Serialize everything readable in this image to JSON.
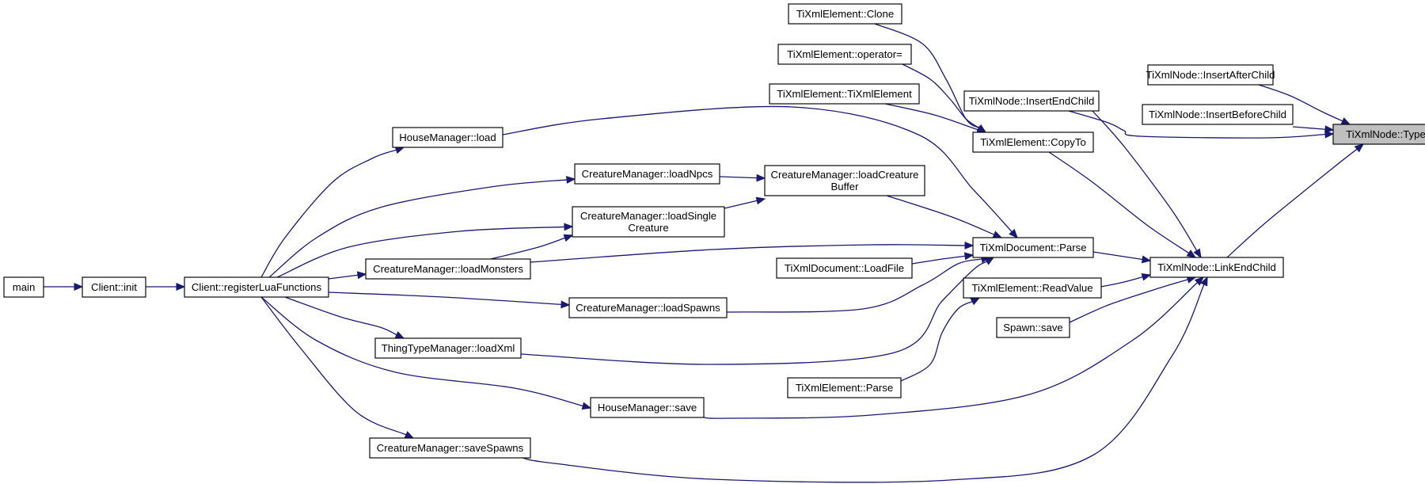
{
  "diagram": {
    "type": "call-graph",
    "direction": "left-to-right",
    "colors": {
      "edge": "#191970",
      "node_border": "#000000",
      "node_fill": "#ffffff",
      "highlight_fill": "#bfbfbf"
    },
    "nodes": [
      {
        "id": "type",
        "lines": [
          "TiXmlNode::Type"
        ],
        "highlight": true
      },
      {
        "id": "insertafter",
        "lines": [
          "TiXmlNode::InsertAfterChild"
        ]
      },
      {
        "id": "insertbefore",
        "lines": [
          "TiXmlNode::InsertBeforeChild"
        ]
      },
      {
        "id": "insertend",
        "lines": [
          "TiXmlNode::InsertEndChild"
        ]
      },
      {
        "id": "copyto",
        "lines": [
          "TiXmlElement::CopyTo"
        ]
      },
      {
        "id": "linkend",
        "lines": [
          "TiXmlNode::LinkEndChild"
        ]
      },
      {
        "id": "clone",
        "lines": [
          "TiXmlElement::Clone"
        ]
      },
      {
        "id": "operator",
        "lines": [
          "TiXmlElement::operator="
        ]
      },
      {
        "id": "ctor",
        "lines": [
          "TiXmlElement::TiXmlElement"
        ]
      },
      {
        "id": "docparse",
        "lines": [
          "TiXmlDocument::Parse"
        ]
      },
      {
        "id": "loadfile",
        "lines": [
          "TiXmlDocument::LoadFile"
        ]
      },
      {
        "id": "readvalue",
        "lines": [
          "TiXmlElement::ReadValue"
        ]
      },
      {
        "id": "spawnsave",
        "lines": [
          "Spawn::save"
        ]
      },
      {
        "id": "elemparse",
        "lines": [
          "TiXmlElement::Parse"
        ]
      },
      {
        "id": "hmload",
        "lines": [
          "HouseManager::load"
        ]
      },
      {
        "id": "loadcreaturebuffer",
        "lines": [
          "CreatureManager::loadCreature",
          "Buffer"
        ]
      },
      {
        "id": "loadnpcs",
        "lines": [
          "CreatureManager::loadNpcs"
        ]
      },
      {
        "id": "loadsingle",
        "lines": [
          "CreatureManager::loadSingle",
          "Creature"
        ]
      },
      {
        "id": "loadmonsters",
        "lines": [
          "CreatureManager::loadMonsters"
        ]
      },
      {
        "id": "loadspawns",
        "lines": [
          "CreatureManager::loadSpawns"
        ]
      },
      {
        "id": "loadxml",
        "lines": [
          "ThingTypeManager::loadXml"
        ]
      },
      {
        "id": "hmsave",
        "lines": [
          "HouseManager::save"
        ]
      },
      {
        "id": "savespawns",
        "lines": [
          "CreatureManager::saveSpawns"
        ]
      },
      {
        "id": "reglua",
        "lines": [
          "Client::registerLuaFunctions"
        ]
      },
      {
        "id": "clientinit",
        "lines": [
          "Client::init"
        ]
      },
      {
        "id": "main",
        "lines": [
          "main"
        ]
      }
    ],
    "edges": [
      {
        "from": "insertafter",
        "to": "type"
      },
      {
        "from": "insertbefore",
        "to": "type"
      },
      {
        "from": "insertend",
        "to": "type"
      },
      {
        "from": "linkend",
        "to": "type"
      },
      {
        "from": "clone",
        "to": "copyto"
      },
      {
        "from": "operator",
        "to": "copyto"
      },
      {
        "from": "ctor",
        "to": "copyto"
      },
      {
        "from": "insertend",
        "to": "linkend"
      },
      {
        "from": "copyto",
        "to": "linkend"
      },
      {
        "from": "docparse",
        "to": "linkend"
      },
      {
        "from": "readvalue",
        "to": "linkend"
      },
      {
        "from": "spawnsave",
        "to": "linkend"
      },
      {
        "from": "hmsave",
        "to": "linkend"
      },
      {
        "from": "savespawns",
        "to": "linkend"
      },
      {
        "from": "hmload",
        "to": "docparse"
      },
      {
        "from": "loadcreaturebuffer",
        "to": "docparse"
      },
      {
        "from": "loadmonsters",
        "to": "docparse"
      },
      {
        "from": "loadfile",
        "to": "docparse"
      },
      {
        "from": "loadspawns",
        "to": "docparse"
      },
      {
        "from": "loadxml",
        "to": "docparse"
      },
      {
        "from": "elemparse",
        "to": "readvalue"
      },
      {
        "from": "loadnpcs",
        "to": "loadcreaturebuffer"
      },
      {
        "from": "loadsingle",
        "to": "loadcreaturebuffer"
      },
      {
        "from": "loadmonsters",
        "to": "loadsingle"
      },
      {
        "from": "reglua",
        "to": "hmload"
      },
      {
        "from": "reglua",
        "to": "loadnpcs"
      },
      {
        "from": "reglua",
        "to": "loadsingle"
      },
      {
        "from": "reglua",
        "to": "loadmonsters"
      },
      {
        "from": "reglua",
        "to": "loadspawns"
      },
      {
        "from": "reglua",
        "to": "loadxml"
      },
      {
        "from": "reglua",
        "to": "hmsave"
      },
      {
        "from": "reglua",
        "to": "savespawns"
      },
      {
        "from": "clientinit",
        "to": "reglua"
      },
      {
        "from": "main",
        "to": "clientinit"
      }
    ]
  }
}
